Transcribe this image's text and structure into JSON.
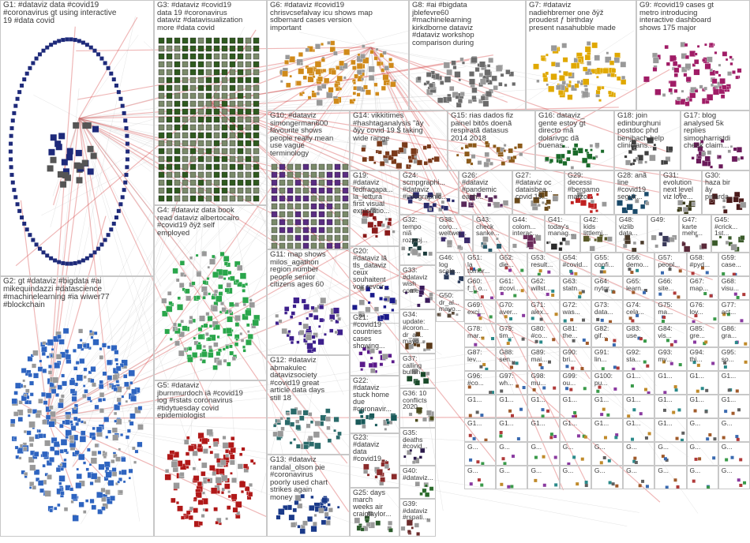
{
  "groups": [
    {
      "id": "G1",
      "text": "G1: #dataviz data #covid19\n#coronavirus gt using interactive\n19 #data covid",
      "color": "#1e2a7a",
      "style": "ring"
    },
    {
      "id": "G2",
      "text": "G2: gt #dataviz #bigdata #ai\nmikequindazzi #datascience\n#machinelearning #ia wiwer77\n#blockchain",
      "color": "#2e64c0",
      "style": "cloud"
    },
    {
      "id": "G3",
      "text": "G3: #dataviz #covid19\ndata 19 #coronavirus\ndataviz #datavisualization\nmore #data covid",
      "color": "#2f5a1f",
      "style": "grid"
    },
    {
      "id": "G4",
      "text": "G4: #dataviz data book\nread dataviz albertocairo\n#covid19 ðÿž self\nemployed",
      "color": "#2aa64b",
      "style": "cloud"
    },
    {
      "id": "G5",
      "text": "G5: #dataviz\njburnmurdoch iâ #covid19\nlog #rstats coronavirus\n#tidytuesday covid\nepidemiologist",
      "color": "#b01818",
      "style": "cloud"
    },
    {
      "id": "G6",
      "text": "G6: #dataviz #covid19\nchrisvcsefalvay icu shows map\nsdbernard cases version\nimportant",
      "color": "#d08a1a",
      "style": "cloud"
    },
    {
      "id": "G7",
      "text": "G7: #dataviz\nnadiehbremer one ðÿž\nproudest ƒ birthday\npresent nasahubble made",
      "color": "#e0a800",
      "style": "cloud"
    },
    {
      "id": "G8",
      "text": "G8: #ai #bigdata\njblefevre60\n#machinelearning\nkirkdborne dataviz\n#dataviz workshop\ncomparison during",
      "color": "#6b6b6b",
      "style": "cloud"
    },
    {
      "id": "G9",
      "text": "G9: #covid19 cases gt\nmetro introducing\ninteractive dashboard\nshows 175 major",
      "color": "#a01c66",
      "style": "cloud"
    },
    {
      "id": "G10",
      "text": "G10: #dataviz\nsimongerman600\nfavourite shows\npeople really mean\nuse vague\nterminology",
      "color": "#5a2d82",
      "style": "grid"
    },
    {
      "id": "G11",
      "text": "G11: map shows\nmilos_agathon\nregion number\npeople senior\ncitizens ages 60",
      "color": "#3d1f8c",
      "style": "blob"
    },
    {
      "id": "G12",
      "text": "G12: #dataviz\nabmakulec\ndatavizsociety\n#covid19 great\narticle data days\nstill 18",
      "color": "#2a6a6a",
      "style": "cloud"
    },
    {
      "id": "G13",
      "text": "G13: #dataviz\nrandal_olson pie\n#coronavirus\npoorly used chart\nstrikes again\nmoney",
      "color": "#1a3a8a",
      "style": "cloud"
    },
    {
      "id": "G14",
      "text": "G14: vikkitimes\n#hashtaganalysis \"ây\nðÿy covid 19 $ taking\nwide range",
      "color": "#7a3a1a",
      "style": "cloud"
    },
    {
      "id": "G15",
      "text": "G15: rias dados fiz\npainel bitôs doenã\nrespiratã datasus\n2014 2018",
      "color": "#8c5a1a",
      "style": "cloud"
    },
    {
      "id": "G16",
      "text": "G16: dataviz_\ngente estoy gt\ndirecto mã\ndolarivgc dã\nbuenas...",
      "color": "#1a6a2a",
      "style": "cloud"
    },
    {
      "id": "G17",
      "text": "G17: blog\nanalysed 5k\nreplies\nsimonharristdi\ncheck claim...",
      "color": "#6a1a5a",
      "style": "cloud"
    },
    {
      "id": "G18",
      "text": "G18: join\nedinburghuni\npostdoc phd\nbenjbach help\nclinicians...",
      "color": "#404040",
      "style": "cloud"
    },
    {
      "id": "G19",
      "text": "G19:\n#dataviz\nfedfragapa...\nla_lettura\nfirst visual\nexploratio...",
      "color": "#8a1a1a",
      "style": "cloud"
    },
    {
      "id": "G20",
      "text": "G20:\n#dataviz lã\ntls_dataviz\nceux\nsouhaitent\nvoir revoir...",
      "color": "#1a1a8a",
      "style": "cloud"
    },
    {
      "id": "G21",
      "text": "G21:\n#covid19\ncountries\ncases\nshowing...",
      "color": "#5a1a8a",
      "style": "blob"
    },
    {
      "id": "G22",
      "text": "G22:\n#dataviz\nstuck home\ndue\n#coronavir...",
      "color": "#1a5a5a",
      "style": "cloud"
    },
    {
      "id": "G23",
      "text": "G23:\n#dataviz\ndata\n#covid19...",
      "color": "#8a2a2a",
      "style": "cloud"
    },
    {
      "id": "G24",
      "text": "G24:\nscmpgraphi...\n#dataviz\n#infographic...",
      "color": "#2a2a6a",
      "style": "cloud"
    },
    {
      "id": "G25",
      "text": "G25: days\nmarch\nweeks air\ncraigtaylor...",
      "color": "#2a5a2a",
      "style": "cloud"
    },
    {
      "id": "G26",
      "text": "G26:\n#dataviz\n#pandemic\neach...",
      "color": "#5a2a5a",
      "style": "cloud"
    },
    {
      "id": "G27",
      "text": "G27:\n#dataviz oc\ndataisbea...\ncovid 19...",
      "color": "#6a4a1a",
      "style": "cloud"
    },
    {
      "id": "G28",
      "text": "G28: anã\nline\n#covid19\nseguir...",
      "color": "#1a4a6a",
      "style": "cloud"
    },
    {
      "id": "G29",
      "text": "G29:\ndecessi\n#bergamo\nmarzo...",
      "color": "#c02020",
      "style": "cloud"
    },
    {
      "id": "G30",
      "text": "G30:\nhaza bir\nây\npinarda...",
      "color": "#4a1a1a",
      "style": "cloud"
    },
    {
      "id": "G31",
      "text": "G31:\nevolution\nnext level\nviz love...",
      "color": "#3a3a1a",
      "style": "cloud"
    },
    {
      "id": "G32",
      "text": "G32:\ntempo\nniã\nrozwoj...",
      "color": "#1a3a3a",
      "style": "cloud"
    },
    {
      "id": "G33",
      "text": "G33:\n#dataviz\nwish\ncome...",
      "color": "#3a1a5a",
      "style": "cloud"
    },
    {
      "id": "G34",
      "text": "G34:\nupdate:\n#coron...\ndr_al...\nmayo...",
      "color": "#5a3a1a",
      "style": "cloud"
    },
    {
      "id": "G35",
      "text": "G35:\ndeaths\n#covid...",
      "color": "#2a1a4a",
      "style": "cloud"
    },
    {
      "id": "G36",
      "text": "G36: 10\nconflicts\n2020...",
      "color": "#4a4a1a",
      "style": "cloud"
    },
    {
      "id": "G37",
      "text": "G37:\ncalling\nbullsh...",
      "color": "#1a4a2a",
      "style": "cloud"
    },
    {
      "id": "G38",
      "text": "G38:\ncoro...\nweltwei...",
      "color": "#3a2a6a",
      "style": "cloud"
    },
    {
      "id": "G39",
      "text": "G39:\n#dataviz\n#rspati...",
      "color": "#6a2a2a",
      "style": "cloud"
    },
    {
      "id": "G40",
      "text": "G40:\n#dataviz...",
      "color": "#2a6a2a",
      "style": "cloud"
    },
    {
      "id": "G41",
      "text": "G41:\ntoday's\nmanag...",
      "color": "#2a2a2a",
      "style": "cloud"
    },
    {
      "id": "G42",
      "text": "G42:\nkids\nlittlemi...",
      "color": "#5a5a2a",
      "style": "cloud"
    },
    {
      "id": "G43",
      "text": "G43:\ncheck\nsanke...",
      "color": "#2a5a6a",
      "style": "cloud"
    },
    {
      "id": "G44",
      "text": "G44:\ncolom...\ninterac...",
      "color": "#6a2a5a",
      "style": "cloud"
    },
    {
      "id": "G45",
      "text": "G45:\n#crick...\n1st...",
      "color": "#3a5a2a",
      "style": "cloud"
    },
    {
      "id": "G46",
      "text": "G46:\nlog\nscale...",
      "color": "#2a3a5a",
      "style": "cloud"
    },
    {
      "id": "G47",
      "text": "G47:\nkarte\nmehr...",
      "color": "#5a2a3a",
      "style": "cloud"
    },
    {
      "id": "G48",
      "text": "G48:\nvizlib\ndata...",
      "color": "#4a3a2a",
      "style": "cloud"
    },
    {
      "id": "G49",
      "text": "G49:",
      "color": "#3a3a5a",
      "style": "cloud"
    },
    {
      "id": "G50",
      "text": "G50:\ndr_al...\nmayo...",
      "color": "#5a4a3a",
      "style": "cloud"
    }
  ],
  "small_groups": [
    {
      "id": "G51",
      "text": "G51:\nla\ntomor..."
    },
    {
      "id": "G52",
      "text": "G52:\ndie..."
    },
    {
      "id": "G53",
      "text": "G53:\nresult..."
    },
    {
      "id": "G54",
      "text": "G54:\n#covid..."
    },
    {
      "id": "G55",
      "text": "G55:\nconfi..."
    },
    {
      "id": "G56",
      "text": "G56:\ndemo..."
    },
    {
      "id": "G57",
      "text": "G57:\npeopl..."
    },
    {
      "id": "G58",
      "text": "G58:\n#pyd..."
    },
    {
      "id": "G59",
      "text": "G59:\ncase..."
    },
    {
      "id": "G60",
      "text": "G60:\nf_l_o..."
    },
    {
      "id": "G61",
      "text": "G61:\n#covi..."
    },
    {
      "id": "G62",
      "text": "G62:\nwillst..."
    },
    {
      "id": "G63",
      "text": "G63:\nstatn..."
    },
    {
      "id": "G64",
      "text": "G64:\nnytgr..."
    },
    {
      "id": "G65",
      "text": "G65:\nlearn..."
    },
    {
      "id": "G66",
      "text": "G66:\nsite..."
    },
    {
      "id": "G67",
      "text": "G67:\nmap..."
    },
    {
      "id": "G68",
      "text": "G68:\nvisu..."
    },
    {
      "id": "G69",
      "text": "G69:\nexci..."
    },
    {
      "id": "G70",
      "text": "G70:\naver..."
    },
    {
      "id": "G71",
      "text": "G71:\nalex..."
    },
    {
      "id": "G72",
      "text": "G72:\nwas..."
    },
    {
      "id": "G73",
      "text": "G73:\ndata..."
    },
    {
      "id": "G74",
      "text": "G74:\ncela..."
    },
    {
      "id": "G75",
      "text": "G75:\nma..."
    },
    {
      "id": "G76",
      "text": "G76:\nlov..."
    },
    {
      "id": "G77",
      "text": "G77:\nact..."
    },
    {
      "id": "G78",
      "text": "G78:\nmar..."
    },
    {
      "id": "G79",
      "text": "G79:\ntim..."
    },
    {
      "id": "G80",
      "text": "G80:\n#co..."
    },
    {
      "id": "G81",
      "text": "G81:\nthe..."
    },
    {
      "id": "G82",
      "text": "G82:\ngif..."
    },
    {
      "id": "G83",
      "text": "G83:\nuse..."
    },
    {
      "id": "G84",
      "text": "G84:\nvis..."
    },
    {
      "id": "G85",
      "text": "G85:\ngre..."
    },
    {
      "id": "G86",
      "text": "G86:\ngra..."
    },
    {
      "id": "G87",
      "text": "G87:\nlev..."
    },
    {
      "id": "G88",
      "text": "G88:\nsen..."
    },
    {
      "id": "G89",
      "text": "G89:\nmai..."
    },
    {
      "id": "G90",
      "text": "G90:\nbri..."
    },
    {
      "id": "G91",
      "text": "G91:\nlin..."
    },
    {
      "id": "G92",
      "text": "G92:\nsta..."
    },
    {
      "id": "G93",
      "text": "G93:\nmy..."
    },
    {
      "id": "G94",
      "text": "G94:\nthi..."
    },
    {
      "id": "G95",
      "text": "G95:\nso..."
    },
    {
      "id": "G96",
      "text": "G96:\n#co..."
    },
    {
      "id": "G97",
      "text": "G97:\nwh..."
    },
    {
      "id": "G98",
      "text": "G98:\nmu..."
    },
    {
      "id": "G99",
      "text": "G99:\nou..."
    },
    {
      "id": "G100",
      "text": "G100:\npu..."
    },
    {
      "id": "G101",
      "text": "G1..."
    },
    {
      "id": "G102",
      "text": "G1..."
    },
    {
      "id": "G103",
      "text": "G1..."
    },
    {
      "id": "G104",
      "text": "G1..."
    },
    {
      "id": "G105",
      "text": "G1..."
    },
    {
      "id": "G106",
      "text": "G1..."
    },
    {
      "id": "G107",
      "text": "G1..."
    },
    {
      "id": "G108",
      "text": "G1..."
    },
    {
      "id": "G109",
      "text": "G1..."
    },
    {
      "id": "G110",
      "text": "G1..."
    },
    {
      "id": "G111",
      "text": "G1..."
    },
    {
      "id": "G112",
      "text": "G1..."
    },
    {
      "id": "G113",
      "text": "G1..."
    },
    {
      "id": "G114",
      "text": "G1..."
    },
    {
      "id": "G115",
      "text": "G1..."
    },
    {
      "id": "G116",
      "text": "G1..."
    },
    {
      "id": "G117",
      "text": "G1..."
    },
    {
      "id": "G118",
      "text": "G1..."
    },
    {
      "id": "G119",
      "text": "G1..."
    },
    {
      "id": "G120",
      "text": "G1..."
    },
    {
      "id": "G121",
      "text": "G..."
    },
    {
      "id": "G122",
      "text": "G..."
    },
    {
      "id": "G123",
      "text": "G..."
    },
    {
      "id": "G124",
      "text": "G..."
    },
    {
      "id": "G125",
      "text": "G..."
    },
    {
      "id": "G126",
      "text": "G..."
    },
    {
      "id": "G127",
      "text": "G..."
    },
    {
      "id": "G128",
      "text": "G..."
    },
    {
      "id": "G129",
      "text": "G..."
    },
    {
      "id": "G130",
      "text": "G..."
    },
    {
      "id": "G131",
      "text": "G..."
    },
    {
      "id": "G132",
      "text": "G..."
    },
    {
      "id": "G133",
      "text": "G..."
    },
    {
      "id": "G134",
      "text": "G..."
    },
    {
      "id": "G135",
      "text": "G..."
    },
    {
      "id": "G136",
      "text": "G..."
    },
    {
      "id": "G137",
      "text": "G..."
    },
    {
      "id": "G138",
      "text": "G..."
    },
    {
      "id": "G139",
      "text": "G..."
    },
    {
      "id": "G140",
      "text": "G..."
    }
  ],
  "edge_color": "#d03030"
}
